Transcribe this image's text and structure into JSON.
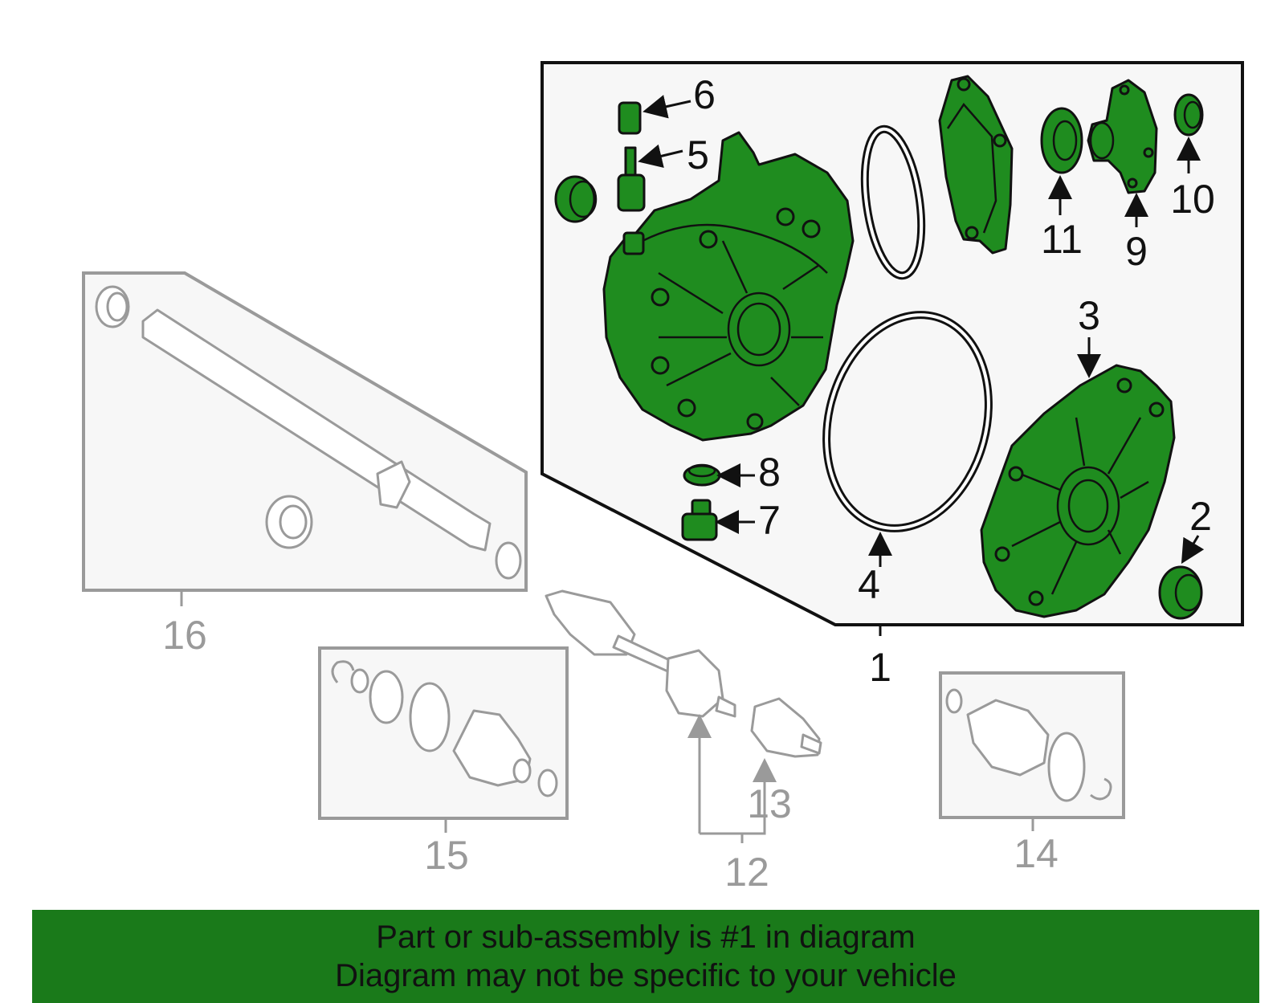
{
  "callouts": {
    "c1": "1",
    "c2": "2",
    "c3": "3",
    "c4": "4",
    "c5": "5",
    "c6": "6",
    "c7": "7",
    "c8": "8",
    "c9": "9",
    "c10": "10",
    "c11": "11",
    "c12": "12",
    "c13": "13",
    "c14": "14",
    "c15": "15",
    "c16": "16"
  },
  "banner": {
    "line1": "Part or sub-assembly is #1 in diagram",
    "line2": "Diagram may not be specific to your vehicle"
  },
  "colors": {
    "highlight_green": "#1f8c1f",
    "banner_green": "#1a7a1a",
    "inactive_grey": "#9a9a9a"
  }
}
